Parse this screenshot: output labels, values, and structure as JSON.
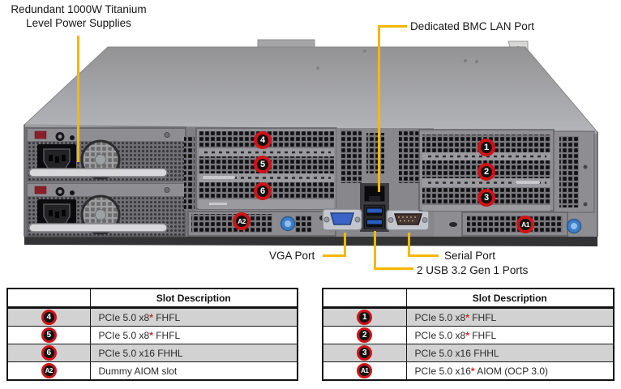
{
  "figure": {
    "psu_label": {
      "line1": "Redundant 1000W Titanium",
      "line2": "Level Power Supplies"
    },
    "bmc_label": "Dedicated BMC LAN Port",
    "vga_label": "VGA Port",
    "serial_label": "Serial Port",
    "usb_label": "2 USB 3.2 Gen 1 Ports",
    "callouts": {
      "c1": "1",
      "c2": "2",
      "c3": "3",
      "c4": "4",
      "c5": "5",
      "c6": "6",
      "cA1": "A1",
      "cA2": "A2"
    }
  },
  "tables": {
    "left": {
      "corner": "",
      "header": "Slot Description",
      "rows": [
        {
          "slot": "4",
          "desc": [
            "PCIe 5.0 x8",
            "*",
            " FHFL"
          ]
        },
        {
          "slot": "5",
          "desc": [
            "PCIe 5.0 x8",
            "*",
            " FHFL"
          ]
        },
        {
          "slot": "6",
          "desc": [
            "PCIe 5.0 x16 FHHL",
            "",
            ""
          ]
        },
        {
          "slot": "A2",
          "desc": [
            "Dummy AIOM slot",
            "",
            ""
          ]
        }
      ]
    },
    "right": {
      "corner": "",
      "header": "Slot Description",
      "rows": [
        {
          "slot": "1",
          "desc": [
            "PCIe 5.0 x8",
            "*",
            " FHFL"
          ]
        },
        {
          "slot": "2",
          "desc": [
            "PCIe 5.0 x8",
            "*",
            " FHFL"
          ]
        },
        {
          "slot": "3",
          "desc": [
            "PCIe 5.0 x16 FHHL",
            "",
            ""
          ]
        },
        {
          "slot": "A1",
          "desc": [
            "PCIe 5.0 x16",
            "*",
            " AIOM (OCP 3.0)"
          ]
        }
      ]
    }
  },
  "colors": {
    "callout_line": "#F3B700",
    "badge_ring": "#CF1318",
    "badge_fill": "#121212",
    "badge_text": "#FFFFFF",
    "table_shaded_row": "#D2D2D2",
    "asterisk_red": "#E02020"
  }
}
